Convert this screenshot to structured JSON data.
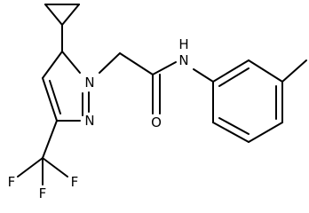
{
  "molecule": {
    "atom_labels": {
      "n1": "N",
      "n2": "N",
      "nh_n": "N",
      "nh_h": "H",
      "o": "O",
      "f1": "F",
      "f2": "F",
      "f3": "F"
    },
    "colors": {
      "bond": "#000000",
      "label": "#000000",
      "background": "#ffffff"
    }
  }
}
